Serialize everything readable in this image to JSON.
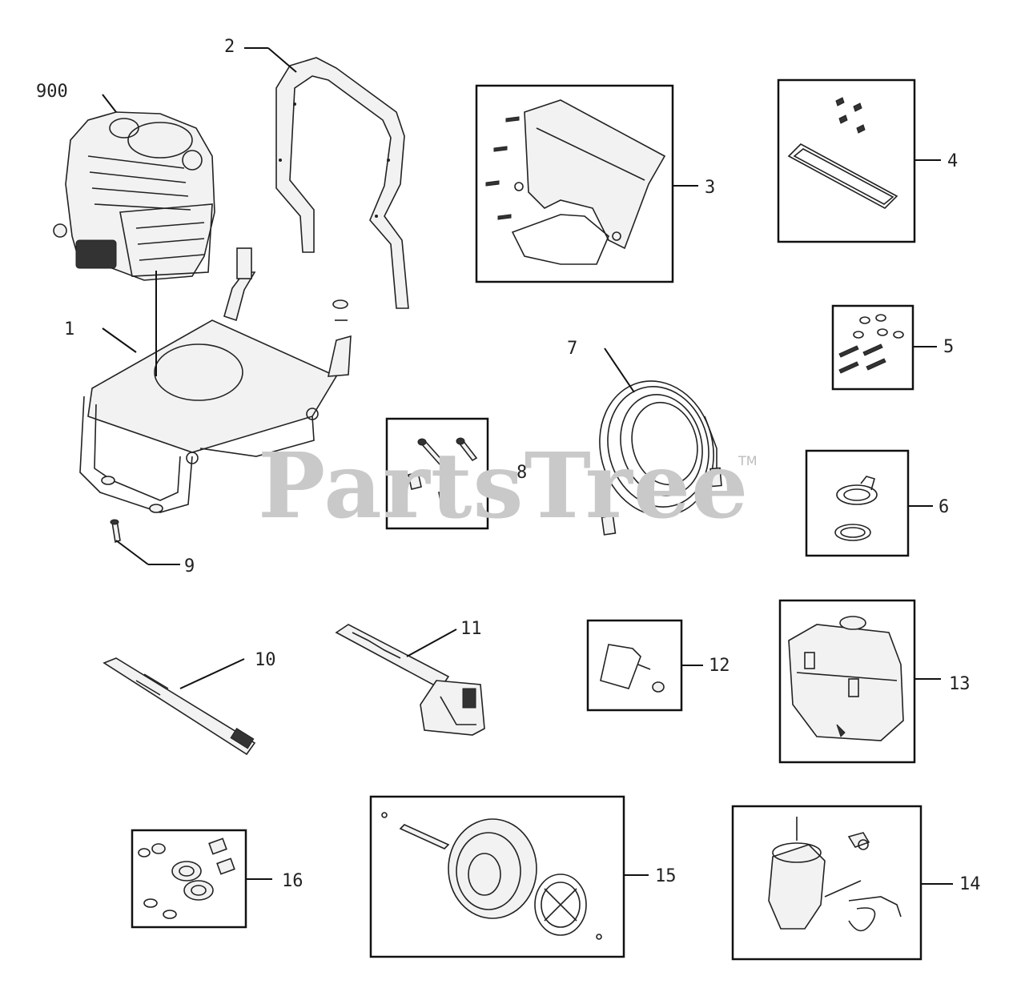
{
  "watermark": {
    "text": "PartsTree",
    "trademark": "TM"
  },
  "callouts": [
    {
      "id": "900",
      "text": "900"
    },
    {
      "id": "1",
      "text": "1"
    },
    {
      "id": "2",
      "text": "2"
    },
    {
      "id": "3",
      "text": "3"
    },
    {
      "id": "4",
      "text": "4"
    },
    {
      "id": "5",
      "text": "5"
    },
    {
      "id": "6",
      "text": "6"
    },
    {
      "id": "7",
      "text": "7"
    },
    {
      "id": "8",
      "text": "8"
    },
    {
      "id": "9",
      "text": "9"
    },
    {
      "id": "10",
      "text": "10"
    },
    {
      "id": "11",
      "text": "11"
    },
    {
      "id": "12",
      "text": "12"
    },
    {
      "id": "13",
      "text": "13"
    },
    {
      "id": "14",
      "text": "14"
    },
    {
      "id": "15",
      "text": "15"
    },
    {
      "id": "16",
      "text": "16"
    }
  ]
}
